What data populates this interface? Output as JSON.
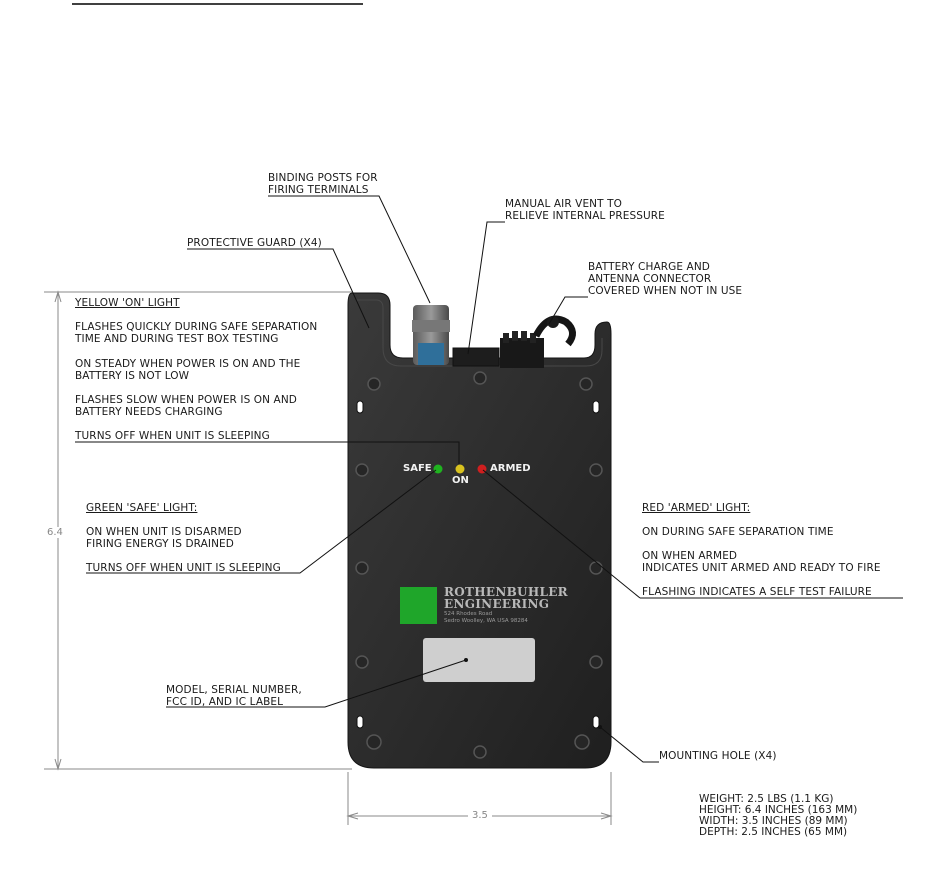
{
  "callouts": {
    "binding_posts": [
      "BINDING POSTS FOR",
      "FIRING TERMINALS"
    ],
    "air_vent": [
      "MANUAL AIR VENT TO",
      "RELIEVE INTERNAL PRESSURE"
    ],
    "guard": "PROTECTIVE GUARD (X4)",
    "battery": [
      "BATTERY CHARGE AND",
      "ANTENNA CONNECTOR",
      "COVERED WHEN NOT IN USE"
    ],
    "yellow": {
      "title": "YELLOW 'ON' LIGHT",
      "p1": [
        "FLASHES QUICKLY DURING SAFE SEPARATION",
        "TIME AND DURING TEST BOX TESTING"
      ],
      "p2": [
        "ON STEADY WHEN POWER IS ON AND THE",
        "BATTERY IS NOT LOW"
      ],
      "p3": [
        "FLASHES SLOW WHEN POWER IS ON AND",
        "BATTERY NEEDS CHARGING"
      ],
      "p4": "TURNS OFF WHEN UNIT IS SLEEPING"
    },
    "green": {
      "title": "GREEN 'SAFE' LIGHT:",
      "p1": [
        "ON WHEN UNIT IS DISARMED",
        "FIRING ENERGY IS DRAINED"
      ],
      "p2": "TURNS OFF WHEN UNIT IS SLEEPING"
    },
    "red": {
      "title": "RED 'ARMED' LIGHT:",
      "p1": "ON DURING SAFE SEPARATION TIME",
      "p2": [
        "ON WHEN ARMED",
        "INDICATES UNIT ARMED AND READY TO FIRE"
      ],
      "p3": "FLASHING INDICATES A SELF TEST FAILURE"
    },
    "model": [
      "MODEL, SERIAL NUMBER,",
      "FCC ID, AND IC LABEL"
    ],
    "mounting": "MOUNTING HOLE (X4)"
  },
  "device": {
    "led_safe": "SAFE",
    "led_on": "ON",
    "led_armed": "ARMED",
    "brand_line1": "ROTHENBUHLER",
    "brand_line2": "ENGINEERING",
    "address": [
      "524 Rhodes Road",
      "Sedro Woolley, WA USA 98284"
    ],
    "colors": {
      "safe": "#1fb31f",
      "on": "#d8c21f",
      "armed": "#d01f1f",
      "logo": "#1fa62a",
      "body": "#2b2b2b"
    }
  },
  "dimensions": {
    "height": "6.4",
    "width": "3.5"
  },
  "specs": [
    "WEIGHT: 2.5 LBS (1.1 KG)",
    "HEIGHT: 6.4 INCHES (163 MM)",
    "WIDTH: 3.5 INCHES (89 MM)",
    "DEPTH: 2.5 INCHES (65 MM)"
  ]
}
